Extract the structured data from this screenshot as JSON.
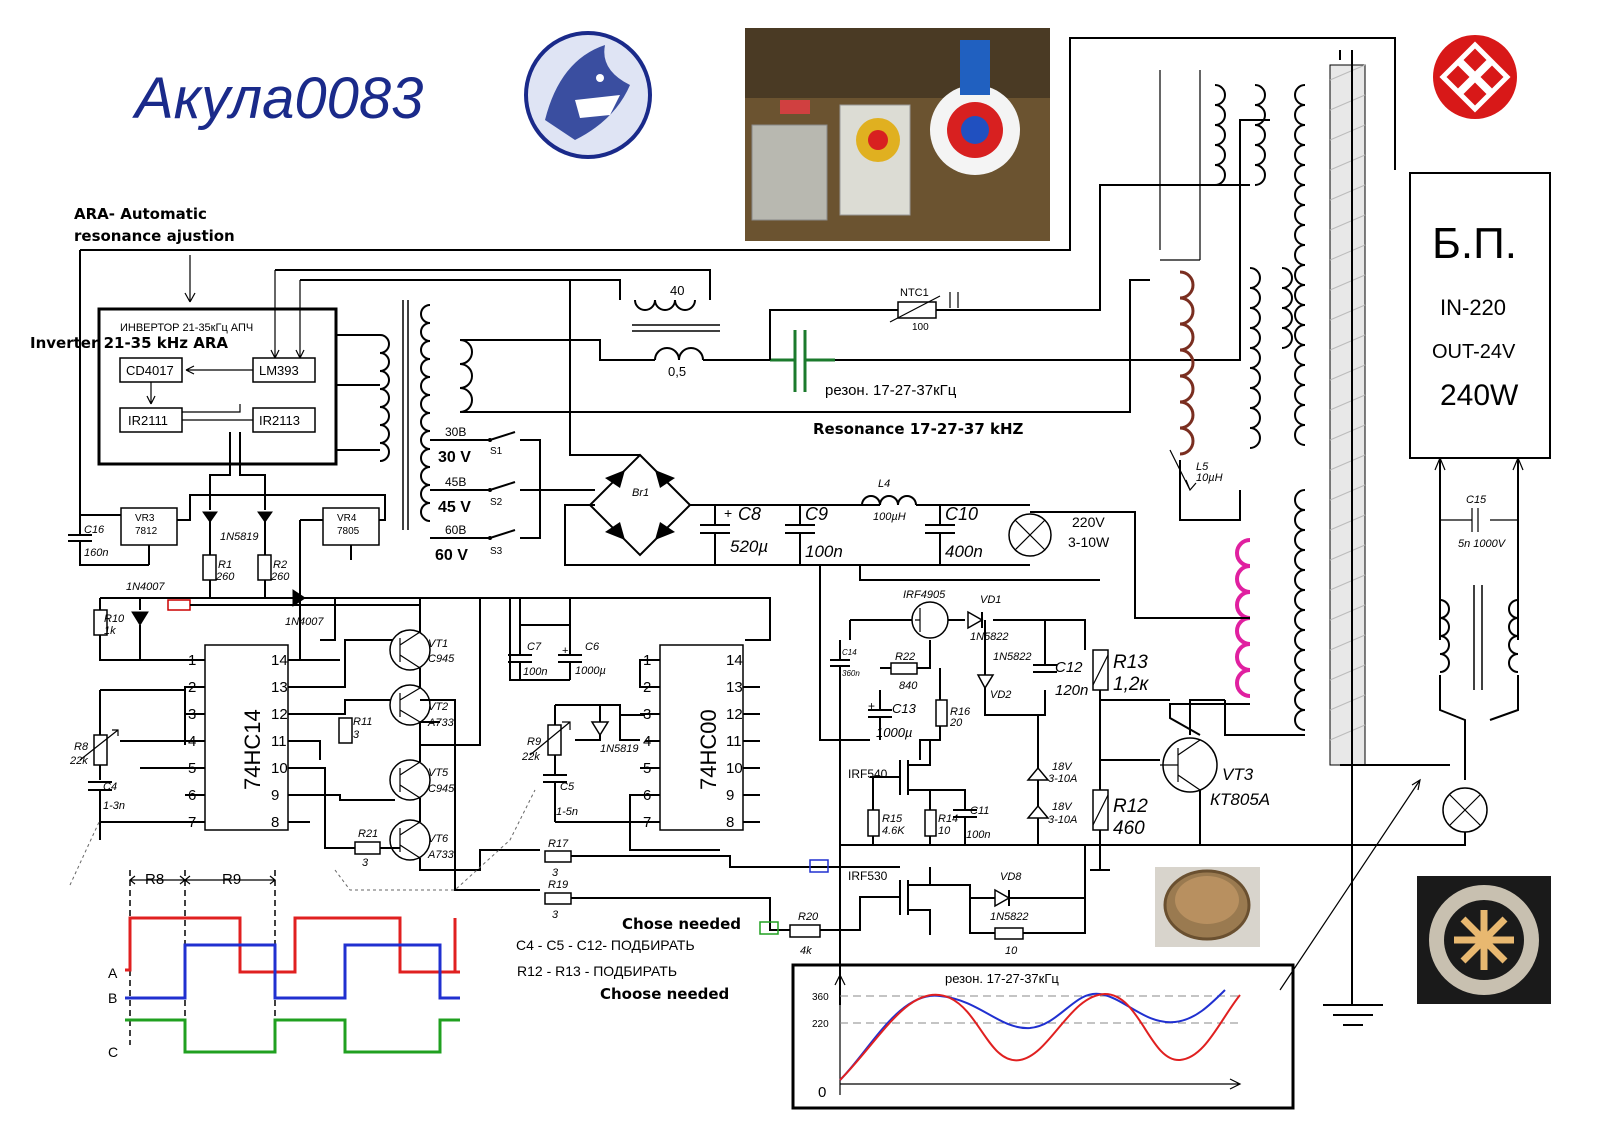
{
  "header": {
    "logo_text": "Акула0083"
  },
  "annotations": {
    "ara_line1": "ARA- Automatic",
    "ara_line2": "resonance ajustion",
    "inverter_en": "Inverter 21-35 kHz ARA",
    "resonance_ru": "резон. 17-27-37кГц",
    "resonance_en": "Resonance 17-27-37 kHZ",
    "chose_needed": "Chose needed",
    "choose_needed": "Choose needed",
    "note_caps": "C4 - C5 - C12-  ПОДБИРАТЬ",
    "note_res": "R12 - R13 -  ПОДБИРАТЬ"
  },
  "inverter_block": {
    "title": "ИНВЕРТОР 21-35кГц  АПЧ",
    "chips": [
      "CD4017",
      "LM393",
      "IR2111",
      "IR2113"
    ]
  },
  "power_supply": {
    "title": "Б.П.",
    "input": "IN-220",
    "output": "OUT-24V",
    "power": "240W"
  },
  "transformer_taps": [
    {
      "tap": "30В",
      "voltage": "30 V",
      "switch": "S1"
    },
    {
      "tap": "45В",
      "voltage": "45 V",
      "switch": "S2"
    },
    {
      "tap": "60В",
      "voltage": "60 V",
      "switch": "S3"
    }
  ],
  "ics": {
    "left_chip": "74HC14",
    "right_chip": "74HC00",
    "left_pins": [
      "1",
      "2",
      "3",
      "4",
      "5",
      "6",
      "7"
    ],
    "right_pins": [
      "14",
      "13",
      "12",
      "11",
      "10",
      "9",
      "8"
    ]
  },
  "component_labels": {
    "vr3": "VR3",
    "vr3_val": "7812",
    "vr4": "VR4",
    "vr4_val": "7805",
    "c16": "C16",
    "c16_val": "160n",
    "r1": "R1",
    "r1_val": "260",
    "r2": "R2",
    "r2_val": "260",
    "d_top": "1N5819",
    "d1n4007a": "1N4007",
    "d1n4007b": "1N4007",
    "r10": "R10",
    "r10_val": "1k",
    "r8": "R8",
    "r8_val": "22k",
    "c4": "C4",
    "c4_val": "1-3n",
    "vt1": "VT1",
    "vt1_val": "C945",
    "vt2": "VT2",
    "vt2_val": "A733",
    "vt5": "VT5",
    "vt5_val": "C945",
    "vt6": "VT6",
    "vt6_val": "A733",
    "r11": "R11",
    "r11_val": "3",
    "r21": "R21",
    "r21_val": "3",
    "c7": "C7",
    "c7_val": "100n",
    "c6": "C6",
    "c6_val": "1000µ",
    "r9": "R9",
    "r9_val": "22k",
    "d_r9": "1N5819",
    "c5": "C5",
    "c5_val": "1-5n",
    "r17": "R17",
    "r17_val": "3",
    "r19": "R19",
    "r19_val": "3",
    "br1": "Br1",
    "c8": "C8",
    "c8_val": "520µ",
    "c9": "C9",
    "c9_val": "100n",
    "l4": "L4",
    "l4_val": "100µH",
    "c10": "C10",
    "c10_val": "400n",
    "lamp1_v": "220V",
    "lamp1_w": "3-10W",
    "t40": "40",
    "t05": "0,5",
    "ntc": "NTC1",
    "ntc_val": "100",
    "irf4905": "IRF4905",
    "vd1": "VD1",
    "vd1_val": "1N5822",
    "c14": "C14",
    "c14_val": "360n",
    "r22": "R22",
    "r22_val": "840",
    "vd2": "VD2",
    "vd2_val": "1N5822",
    "c12": "C12",
    "c12_val": "120n",
    "c13": "C13",
    "c13_val": "1000µ",
    "r16": "R16",
    "r16_val": "20",
    "r13": "R13",
    "r13_val": "1,2к",
    "irf540": "IRF540",
    "r15": "R15",
    "r15_val": "4.6K",
    "r14": "R14",
    "r14_val": "10",
    "c11": "C11",
    "c11_val": "100n",
    "z1": "18V",
    "z1_val": "3-10A",
    "z2": "18V",
    "z2_val": "3-10A",
    "r12": "R12",
    "r12_val": "460",
    "vt3": "VT3",
    "vt3_val": "КТ805А",
    "irf530": "IRF530",
    "vd8": "VD8",
    "vd8_val": "1N5822",
    "r_vd8": "10",
    "r20": "R20",
    "r20_val": "4k",
    "l5": "L5",
    "l5_val": "10µH",
    "c15": "C15",
    "c15_val": "5n 1000V"
  },
  "timing_diagram": {
    "segment_labels": [
      "R8",
      "R9"
    ],
    "signals": [
      "A",
      "B",
      "C"
    ],
    "signal_colors": {
      "A": "#e02020",
      "B": "#2030d0",
      "C": "#20a020"
    }
  },
  "resonance_graph": {
    "title": "резон. 17-27-37кГц",
    "y_ticks": [
      "360",
      "220"
    ],
    "origin": "0",
    "series_colors": [
      "#2030d0",
      "#e02020"
    ]
  },
  "colors": {
    "logo": "#1a2a8a",
    "resonance_cap": "#1b7a2c",
    "coil_brown": "#7a2e20",
    "coil_magenta": "#e020a0",
    "badge_red": "#d81818"
  }
}
